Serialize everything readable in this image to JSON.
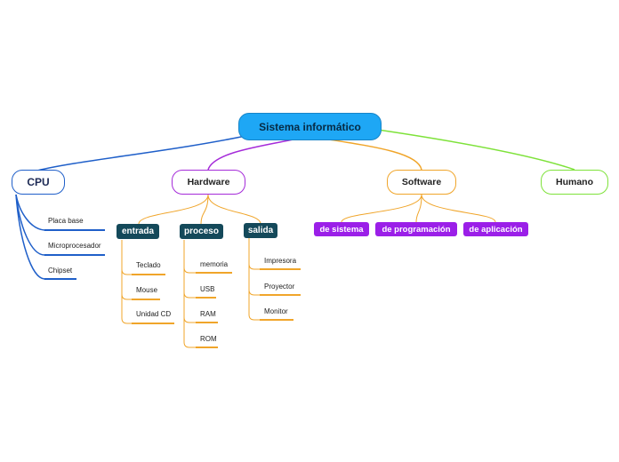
{
  "root": {
    "label": "Sistema informático"
  },
  "branches": {
    "cpu": {
      "label": "CPU",
      "items": [
        "Placa base",
        "Microprocesador",
        "Chipset"
      ]
    },
    "hardware": {
      "label": "Hardware",
      "groups": [
        {
          "label": "entrada",
          "items": [
            "Teclado",
            "Mouse",
            "Unidad CD"
          ]
        },
        {
          "label": "proceso",
          "items": [
            "memoria",
            "USB",
            "RAM",
            "ROM"
          ]
        },
        {
          "label": "salida",
          "items": [
            "Impresora",
            "Proyector",
            "Monitor"
          ]
        }
      ]
    },
    "software": {
      "label": "Software",
      "groups": [
        "de sistema",
        "de programación",
        "de aplicación"
      ]
    },
    "humano": {
      "label": "Humano"
    }
  },
  "colors": {
    "cpu": "#1f5fc9",
    "hardware": "#a52bd9",
    "software": "#f0a52a",
    "humano": "#7ee23a",
    "leaf_line": "#f0a52a",
    "group_box": "#14495a",
    "software_box": "#9b1fe8",
    "root": "#1ea7f5"
  }
}
